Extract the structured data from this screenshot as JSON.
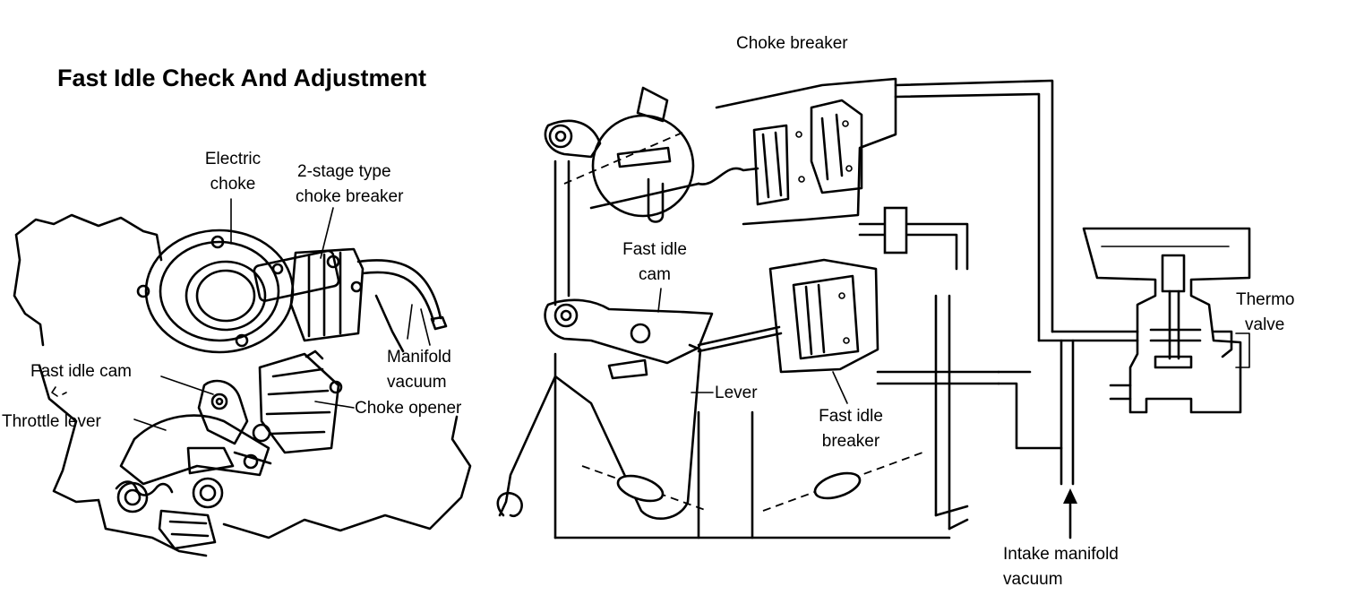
{
  "title": "Fast Idle Check And Adjustment",
  "left_view": {
    "labels": {
      "electric_choke": [
        "Electric",
        "choke"
      ],
      "two_stage_breaker": [
        "2-stage type",
        "choke breaker"
      ],
      "manifold_vacuum": [
        "Manifold",
        "vacuum"
      ],
      "fast_idle_cam": "Fast idle cam",
      "throttle_lever": "Throttle lever",
      "choke_opener": "Choke opener"
    }
  },
  "right_view": {
    "labels": {
      "choke_breaker": "Choke breaker",
      "fast_idle_cam": [
        "Fast idle",
        "cam"
      ],
      "lever": "Lever",
      "fast_idle_breaker": [
        "Fast idle",
        "breaker"
      ],
      "thermo_valve": [
        "Thermo",
        "valve"
      ],
      "intake_manifold_vacuum": [
        "Intake manifold",
        "vacuum"
      ]
    }
  }
}
